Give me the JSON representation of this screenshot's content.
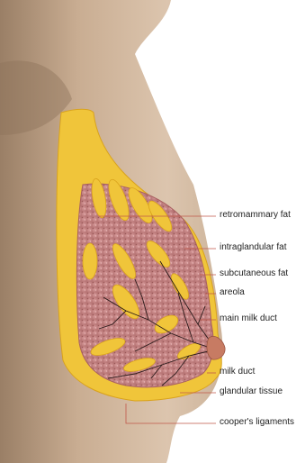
{
  "labels": {
    "retromammary_fat": "retromammary fat",
    "intraglandular_fat": "intraglandular fat",
    "subcutaneous_fat": "subcutaneous fat",
    "areola": "areola",
    "main_milk_duct": "main milk duct",
    "milk_duct": "milk duct",
    "glandular_tissue": "glandular tissue",
    "coopers_ligaments": "cooper's ligaments"
  },
  "colors": {
    "skin": "#d8bfa4",
    "skin_shadow": "#b89c80",
    "fat": "#f0c53a",
    "fat_dark": "#d9a21c",
    "gland": "#c98a8a",
    "duct": "#2a1a1a",
    "leader": "#c0584a"
  }
}
